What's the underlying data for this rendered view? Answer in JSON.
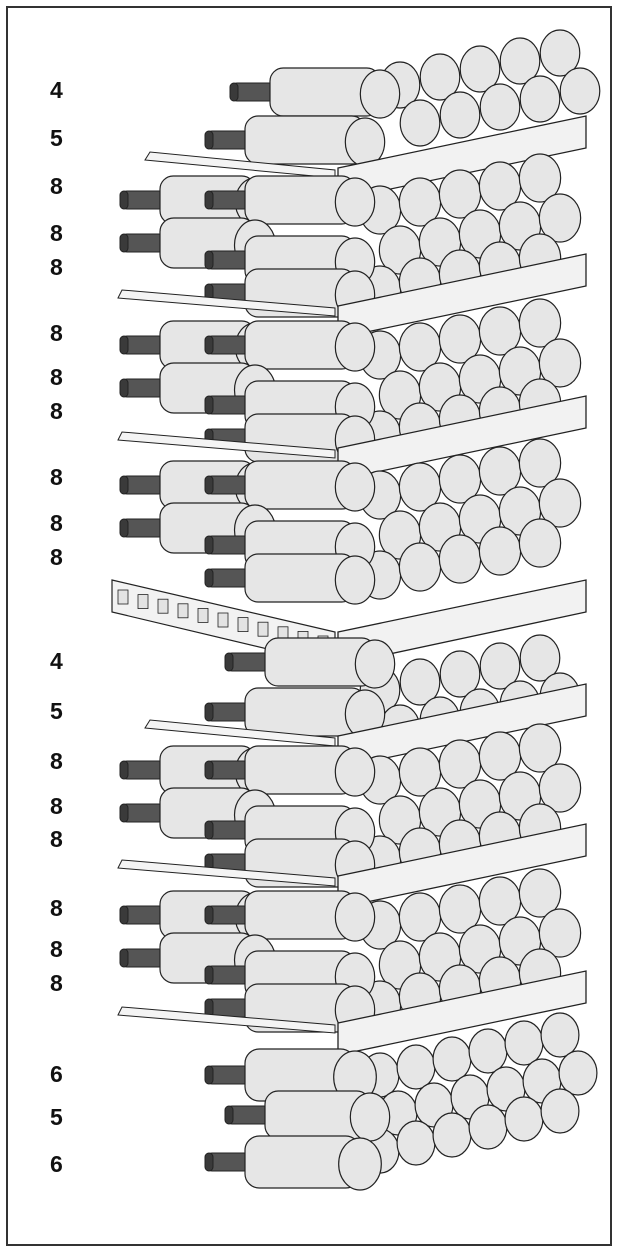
{
  "shelves": [
    {
      "id": "top-shelf",
      "counts": [
        "4",
        "5"
      ]
    },
    {
      "id": "shelf-2",
      "counts": [
        "8",
        "8",
        "8"
      ]
    },
    {
      "id": "shelf-3",
      "counts": [
        "8",
        "8",
        "8"
      ]
    },
    {
      "id": "shelf-4",
      "counts": [
        "8",
        "8",
        "8"
      ]
    },
    {
      "id": "presentation-shelf",
      "counts": [
        "4",
        "5"
      ]
    },
    {
      "id": "shelf-6",
      "counts": [
        "8",
        "8",
        "8"
      ]
    },
    {
      "id": "shelf-7",
      "counts": [
        "8",
        "8",
        "8"
      ]
    },
    {
      "id": "floor",
      "counts": [
        "6",
        "5",
        "6"
      ]
    }
  ],
  "labels": [
    "4",
    "5",
    "8",
    "8",
    "8",
    "8",
    "8",
    "8",
    "8",
    "8",
    "8",
    "4",
    "5",
    "8",
    "8",
    "8",
    "8",
    "8",
    "8",
    "6",
    "5",
    "6"
  ],
  "colors": {
    "bottle": "#e6e6e6",
    "bottle_stroke": "#222222",
    "neck": "#555555",
    "shelf_front": "#f2f2f2",
    "frame": "#333333"
  }
}
